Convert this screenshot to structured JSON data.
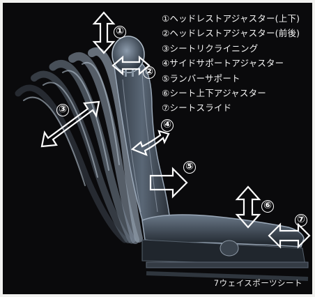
{
  "legend": {
    "items": [
      "①ヘッドレストアジャスター(上下)",
      "②ヘッドレストアジャスター(前後)",
      "③シートリクライニング",
      "④サイドサポートアジャスター",
      "⑤ランバーサポート",
      "⑥シート上下アジャスター",
      "⑦シートスライド"
    ]
  },
  "callouts": [
    "①",
    "②",
    "③",
    "④",
    "⑤",
    "⑥",
    "⑦"
  ],
  "caption": "7ウェイスポーツシート"
}
